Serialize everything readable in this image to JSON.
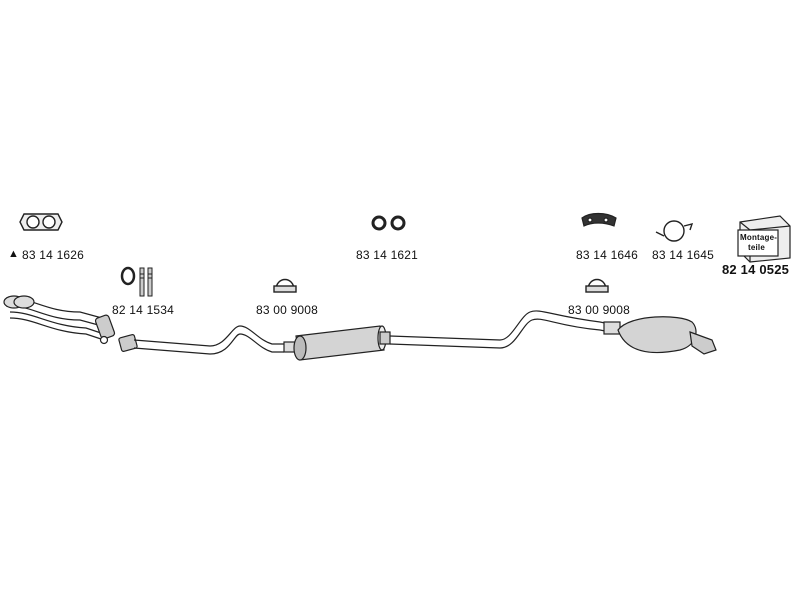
{
  "parts": {
    "gasket_front": {
      "number": "83 14 1626",
      "marker": "▲"
    },
    "gasket_pair": {
      "number": "83 14 1621"
    },
    "hanger_left": {
      "number": "83 14 1646"
    },
    "hanger_right": {
      "number": "83 14 1645"
    },
    "mounting_kit": {
      "number": "82 14 0525",
      "box_text_1": "Montage-",
      "box_text_2": "teile"
    },
    "seal_bolts": {
      "number": "82 14 1534"
    },
    "clamp_mid": {
      "number": "83 00 9008"
    },
    "clamp_rear": {
      "number": "83 00 9008"
    }
  }
}
